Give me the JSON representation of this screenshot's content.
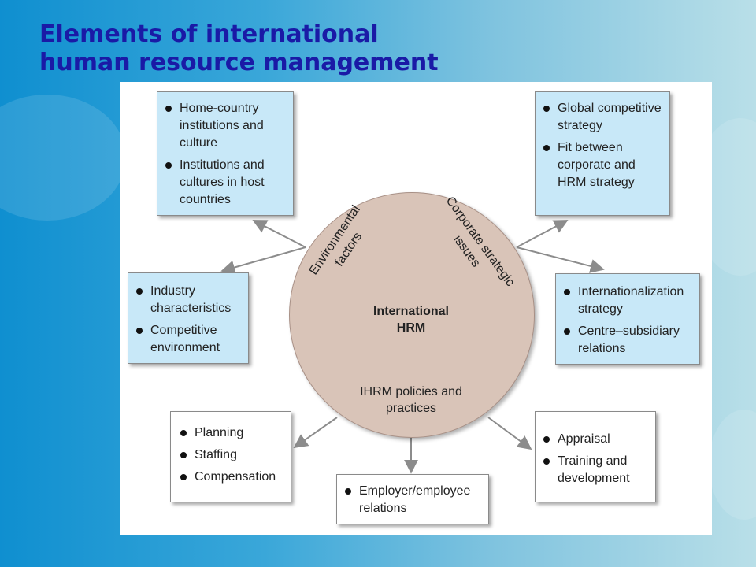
{
  "slide": {
    "title_line1": "Elements of international",
    "title_line2": "human resource management"
  },
  "colors": {
    "title": "#1a1aa6",
    "blue_box": "#c8e8f8",
    "circle": "#d9c4b8",
    "arrow": "#8c8c8c"
  },
  "diagram": {
    "center_label_line1": "International",
    "center_label_line2": "HRM",
    "environmental_label_line1": "Environmental",
    "environmental_label_line2": "factors",
    "corporate_label_line1": "Corporate strategic",
    "corporate_label_line2": "issues",
    "ihrm_label_line1": "IHRM policies and",
    "ihrm_label_line2": "practices",
    "home_country_box": [
      "Home-country institutions and culture",
      "Institutions and cultures in host countries"
    ],
    "industry_box": [
      "Industry characteristics",
      "Competitive environment"
    ],
    "global_box": [
      "Global competitive strategy",
      "Fit between corporate and HRM strategy"
    ],
    "internationalization_box": [
      "Internationalization strategy",
      "Centre–subsidiary relations"
    ],
    "planning_box": [
      "Planning",
      "Staffing",
      "Compensation"
    ],
    "employer_box": [
      "Employer/employee relations"
    ],
    "appraisal_box": [
      "Appraisal",
      "Training and development"
    ]
  }
}
